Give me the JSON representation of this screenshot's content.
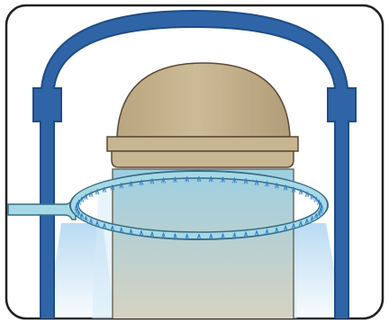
{
  "diagram": {
    "colors": {
      "frame_border": "#222222",
      "frame_fill": "#ffffff",
      "containment_blue": "#2f64a6",
      "containment_blue_dark": "#1f4c86",
      "dome_tan": "#c8b592",
      "dome_stroke": "#5b4a33",
      "vessel_top": "#9dcfe2",
      "vessel_bottom": "#d9d2bf",
      "vessel_stroke": "#6d6a60",
      "spray_ring_fill": "#a6d9e6",
      "spray_ring_stroke": "#3a6c83",
      "spray_droplet": "#2f80c8",
      "spray_mist": "#b6d9f2",
      "feed_pipe_fill": "#a6d9e6"
    },
    "icons": {
      "containment_building": "containment-arch-shape",
      "reactor_dome": "dome-shape",
      "reactor_vessel": "cylinder-shape",
      "spray_ring": "ring-header-shape",
      "feed_pipe": "pipe-shape",
      "spray": "droplet-mist-shape"
    }
  }
}
